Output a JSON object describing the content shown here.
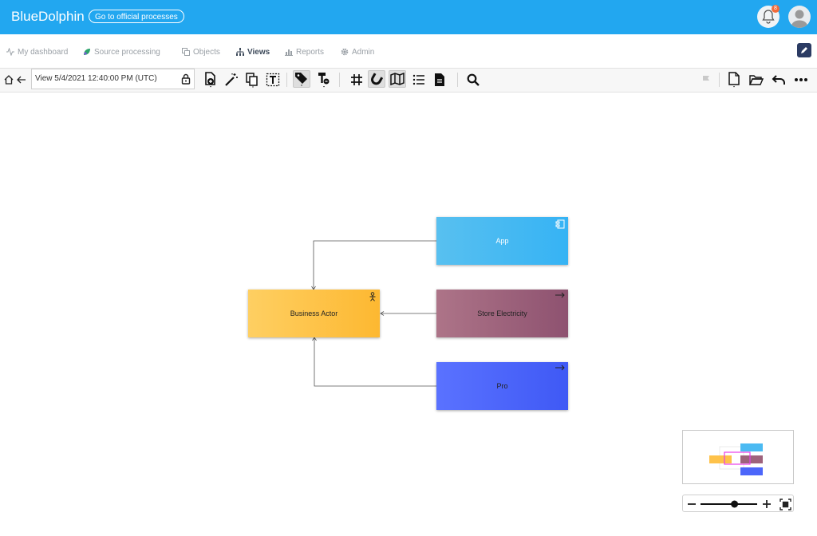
{
  "header": {
    "brand": "BlueDolphin",
    "official_button": "Go to official processes",
    "notification_count": "8",
    "accent_color": "#22a7f0"
  },
  "nav": {
    "items": [
      {
        "label": "My dashboard",
        "icon": "pulse-icon"
      },
      {
        "label": "Source processing",
        "icon": "leaf-icon"
      },
      {
        "label": "Objects",
        "icon": "objects-icon"
      },
      {
        "label": "Views",
        "icon": "views-icon",
        "active": true
      },
      {
        "label": "Reports",
        "icon": "chart-icon"
      },
      {
        "label": "Admin",
        "icon": "gear-icon"
      }
    ]
  },
  "toolbar": {
    "view_name": "View 5/4/2021 12:40:00 PM (UTC)"
  },
  "canvas": {
    "nodes": {
      "app": {
        "label": "App",
        "icon": "application-component-icon",
        "color": "#4bbaf2"
      },
      "actor": {
        "label": "Business Actor",
        "icon": "actor-icon",
        "color": "#fec24a"
      },
      "store": {
        "label": "Store Electricity",
        "icon": "arrow-right-icon",
        "color": "#9e627c"
      },
      "pro": {
        "label": "Pro",
        "icon": "arrow-right-icon",
        "color": "#4c66fa"
      }
    }
  },
  "zoom": {
    "level": 0.6
  }
}
